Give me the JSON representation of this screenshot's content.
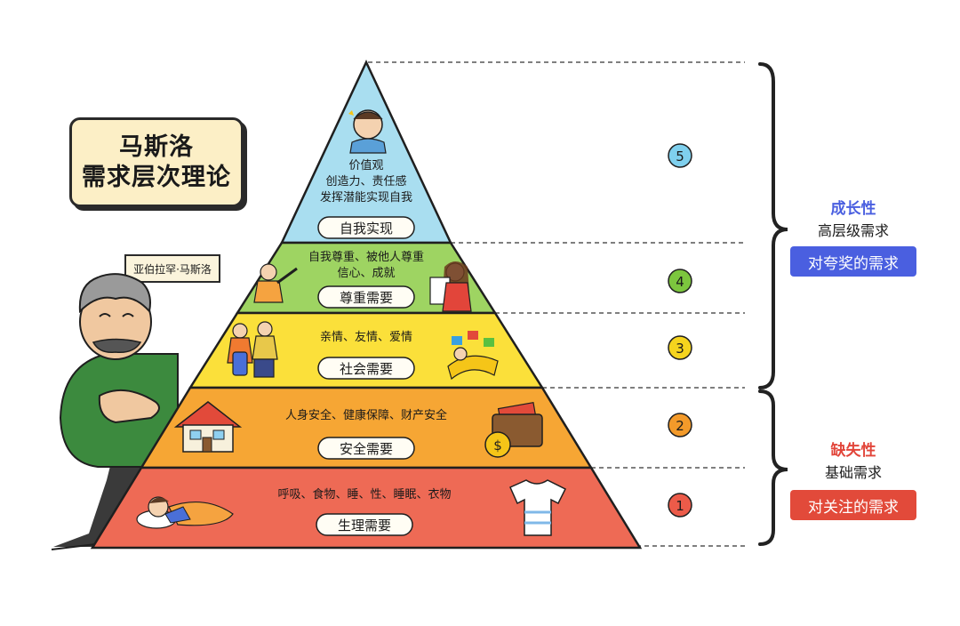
{
  "title": {
    "line1": "马斯洛",
    "line2": "需求层次理论"
  },
  "portrait_label": "亚伯拉罕·马斯洛",
  "levels": [
    {
      "number": "5",
      "name": "自我实现",
      "desc1": "价值观",
      "desc2": "创造力、责任感",
      "desc3": "发挥潜能实现自我",
      "color": "#a9def0",
      "circle_color": "#7fd0ee"
    },
    {
      "number": "4",
      "name": "尊重需要",
      "desc1": "自我尊重、被他人尊重",
      "desc2": "信心、成就",
      "color": "#9ed462",
      "circle_color": "#7cc63e"
    },
    {
      "number": "3",
      "name": "社会需要",
      "desc1": "亲情、友情、爱情",
      "color": "#fbe03a",
      "circle_color": "#f5d41e"
    },
    {
      "number": "2",
      "name": "安全需要",
      "desc1": "人身安全、健康保障、财产安全",
      "color": "#f6a634",
      "circle_color": "#f39a2a"
    },
    {
      "number": "1",
      "name": "生理需要",
      "desc1": "呼吸、食物、睡、性、睡眠、衣物",
      "color": "#ee6a55",
      "circle_color": "#ec5b49"
    }
  ],
  "growth": {
    "title": "成长性",
    "subtitle": "高层级需求",
    "button": "对夸奖的需求",
    "title_color": "#4a5fe0",
    "button_color": "#4a5fe0"
  },
  "deficit": {
    "title": "缺失性",
    "subtitle": "基础需求",
    "button": "对关注的需求",
    "title_color": "#e2453a",
    "button_color": "#e24a3a"
  }
}
